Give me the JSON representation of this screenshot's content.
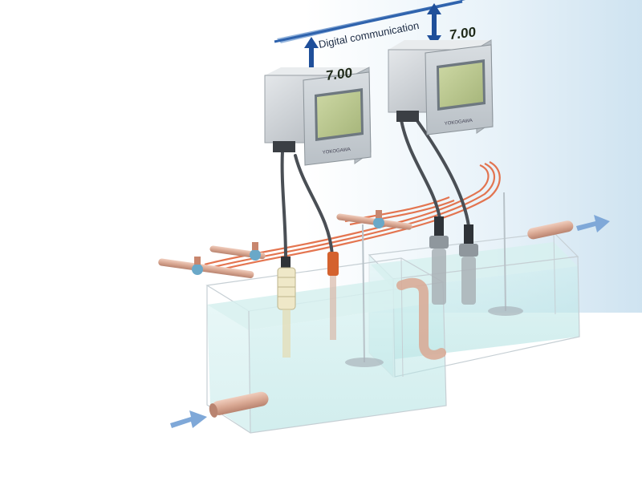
{
  "labels": {
    "digital_communication": "Digital communication"
  },
  "analyzers": [
    {
      "display_value": "7.00",
      "brand": "YOKOGAWA"
    },
    {
      "display_value": "7.00",
      "brand": "YOKOGAWA"
    }
  ],
  "colors": {
    "bus_line": "#3a6fb5",
    "bus_arrow": "#1f4f9a",
    "flow_arrow": "#7fa8d8",
    "water": "#bfe6e6",
    "cable": "#e2673e",
    "pipe": "#d9a893",
    "housing": "#c9ced3",
    "screen": "#b7c58a"
  },
  "icons": {
    "inlet": "flow-arrow-icon",
    "outlet": "flow-arrow-icon",
    "bus": "double-arrow-icon"
  }
}
